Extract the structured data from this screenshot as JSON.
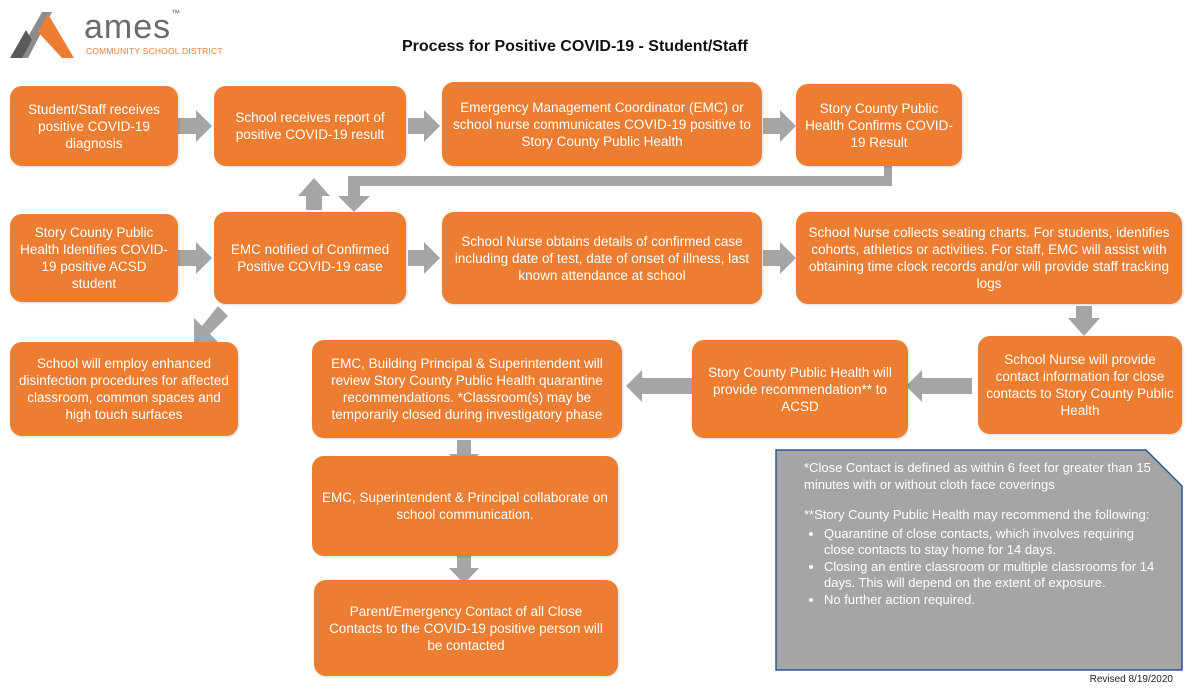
{
  "logo": {
    "word": "ames",
    "tm": "™",
    "sub": "COMMUNITY SCHOOL DISTRICT"
  },
  "title": "Process for Positive COVID-19 - Student/Staff",
  "boxes": {
    "b1": "Student/Staff receives positive COVID-19 diagnosis",
    "b2": "School receives report of positive COVID-19 result",
    "b3": "Emergency Management Coordinator (EMC) or school nurse communicates COVID-19 positive to Story County Public Health",
    "b4": "Story County Public Health Confirms COVID-19 Result",
    "b5": "Story County Public Health Identifies COVID-19 positive ACSD student",
    "b6": "EMC notified of Confirmed Positive COVID-19 case",
    "b7": "School Nurse obtains details of confirmed case including date of test, date of onset of illness, last known attendance at school",
    "b8": "School Nurse collects seating charts. For students, identifies cohorts, athletics or activities. For staff, EMC will assist with obtaining time clock records and/or will provide staff tracking logs",
    "b9": "School will employ enhanced disinfection procedures for affected classroom, common spaces and high touch surfaces",
    "b10": "EMC, Building Principal & Superintendent will review Story County Public Health quarantine recommendations. *Classroom(s) may be temporarily closed during investigatory phase",
    "b11": "Story County Public Health will provide recommendation** to ACSD",
    "b12": "School Nurse will provide contact information for close contacts to Story County Public Health",
    "b13": "EMC, Superintendent & Principal collaborate on school communication.",
    "b14": "Parent/Emergency Contact of all Close Contacts to the COVID-19 positive person will be contacted"
  },
  "note": {
    "p1": "*Close Contact is defined as within 6 feet for greater than 15 minutes with or without cloth face coverings",
    "p2": "**Story County Public Health may recommend the following:",
    "bullets": [
      "Quarantine of close contacts, which involves requiring close contacts to stay home for 14 days.",
      "Closing an entire classroom or multiple classrooms for 14 days. This will depend on the extent of exposure.",
      "No further action required."
    ]
  },
  "revised": "Revised 8/19/2020",
  "colors": {
    "box": "#ed7d31",
    "arrow": "#a5a5a5",
    "note": "#a5a5a5",
    "note_border": "#2f5597"
  }
}
